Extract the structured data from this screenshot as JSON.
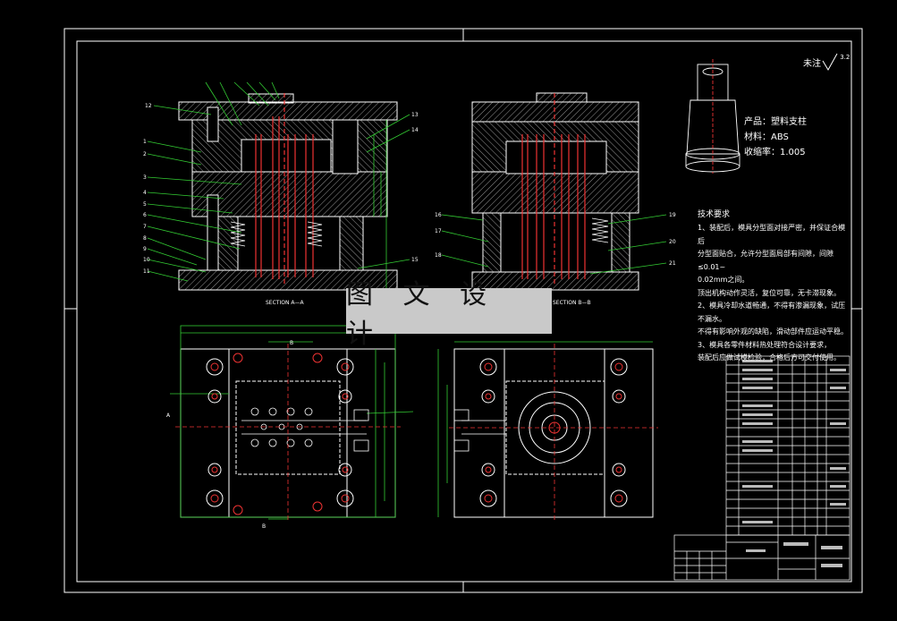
{
  "watermark": "图 文 设 计",
  "product_info": {
    "product": "产品：塑料支柱",
    "material": "材料：ABS",
    "shrinkage": "收缩率：1.005"
  },
  "roughness_note": "未注",
  "roughness_value": "3.2",
  "technical_requirements": {
    "title": "技术要求",
    "lines": [
      "1、装配后，模具分型面对接严密，并保证合模后",
      "分型面贴合，允许分型面局部有间隙，间隙≤0.01~",
      "0.02mm之间。",
      "顶出机构动作灵活，复位可靠，无卡滞现象。",
      "2、模具冷却水道畅通，不得有渗漏现象，试压不漏水。",
      "不得有影响外观的缺陷，滑动部件应运动平稳。",
      "3、模具各零件材料热处理符合设计要求，",
      "装配后应做试模检验，合格后方可交付使用。"
    ]
  },
  "section_labels": {
    "section_a": "SECTION A—A",
    "section_b": "SECTION B—B",
    "cut_a": "A",
    "cut_b": "B"
  }
}
